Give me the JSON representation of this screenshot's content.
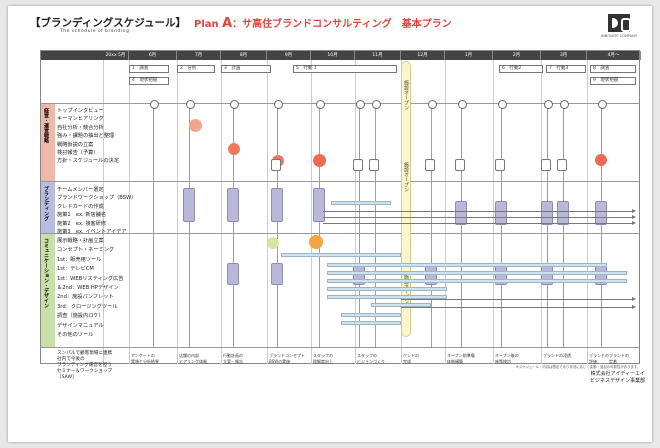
{
  "header": {
    "title": "【ブランディングスケジュール】",
    "subtitle": "The schedule of branding",
    "plan_prefix": "Plan ",
    "plan_letter": "A",
    "plan_text": "：サ高住ブランドコンサルティング　基本プラン"
  },
  "months": [
    "20xx 5月",
    "6月",
    "7月",
    "8月",
    "9月",
    "10月",
    "11月",
    "12月",
    "1月",
    "2月",
    "3月",
    "4月～"
  ],
  "phases": {
    "row1": [
      {
        "num": "1",
        "label": "調査"
      },
      {
        "num": "2",
        "label": "分析"
      },
      {
        "num": "3",
        "label": "計画"
      },
      {
        "num": "5",
        "label": "行動 1"
      },
      {
        "num": "6",
        "label": "行動2"
      },
      {
        "num": "7",
        "label": "行動3"
      },
      {
        "num": "8",
        "label": "調査"
      }
    ],
    "row2": [
      {
        "num": "4",
        "label": "現状把握"
      },
      {
        "num": "9",
        "label": "現状把握"
      }
    ]
  },
  "opening_label": "施設オープン",
  "categories": [
    {
      "name": "経営・運営戦略",
      "color": "#f0b8a8",
      "items": [
        "トップインタビュー",
        "キーマンヒアリング",
        "自社分析・競合分析",
        "強み・課題の抽出と整理",
        "戦略仮説の立案",
        "検討報告（予算）",
        "方針・スケジュールの決定"
      ]
    },
    {
      "name": "ブランディング",
      "color": "#b8bce0",
      "items": [
        "チームメンバー選定",
        "ブランドワークショップ（BSW）",
        "クレドカードの作成",
        "施策1　ex. 新店舗名",
        "施策2　ex. 接客研修",
        "施策3　ex. イベントアイデア"
      ]
    },
    {
      "name": "コミュニケーション・デザイン",
      "color": "#c8e0a8",
      "items": [
        "展示戦略・計画立案",
        "コンセプト・ネーミング",
        "1st：販売用ツール",
        "1st：テレビCM",
        "1st：WEBリスティング広告",
        "＆2nd：WEB HPデザイン",
        "2nd：施設パンフレット",
        "3rd：クロージングツール",
        "調査（施設内ロケ）",
        "デザインマニュアル",
        "その他のツール"
      ]
    }
  ],
  "bottom_left_note": [
    "スンパルで顧客現場に連携",
    "社内で今後の",
    "ブランディング運営を担う",
    "セミナー＆ワークショップ",
    "［SAW］"
  ],
  "bottom_notes": [
    "アンケートの\n実施と分析結果",
    "店舗の内部\nヒアリング体制",
    "行動計画の\n立案・報告",
    "ブランドコンセプト\nBSWの実施",
    "スタッフの\n理解度向上",
    "スタッフの\nビジョンづくり",
    "クレドの\n完成",
    "オープン前準備\n体制構築",
    "オープン後の\n施策検討",
    "ブランドの浸透",
    "ブランドの\n評価",
    "ブランドの\n定着"
  ],
  "footnote": "※スケジュール・内容は想定であり状況に応じて変動・追加の可能性があります。",
  "company": {
    "name": "株式会社アイディーエイ",
    "dept": "ビジネスデザイン事業部"
  },
  "logo_caption": "INNOVATE COMPANY"
}
